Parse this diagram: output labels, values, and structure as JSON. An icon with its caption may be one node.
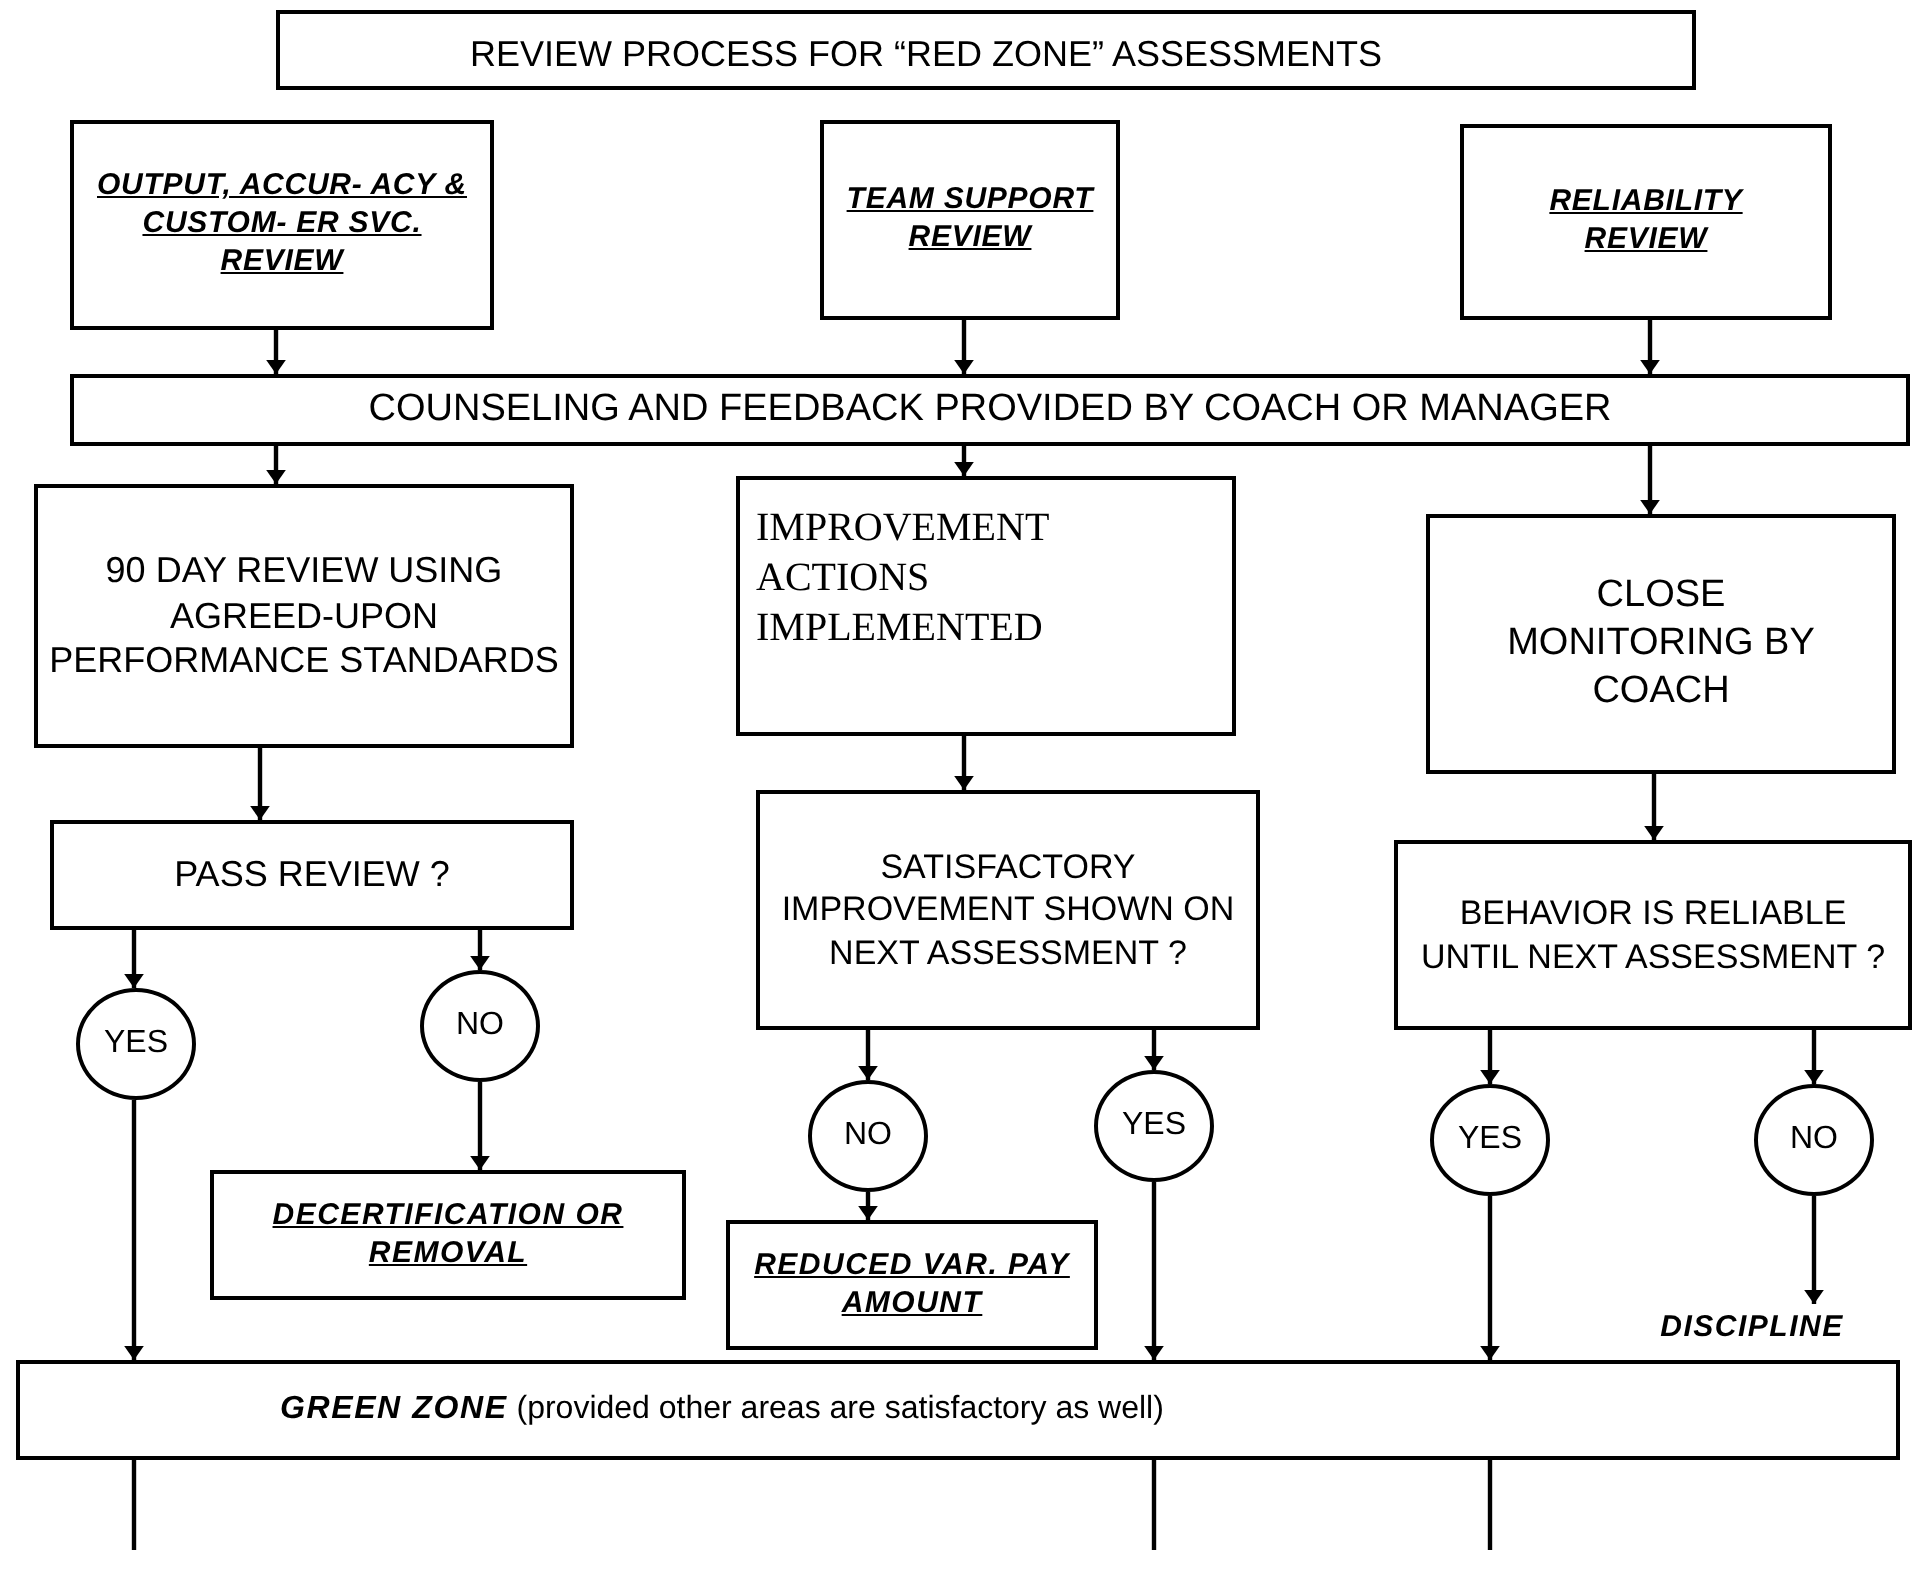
{
  "diagram": {
    "title": "REVIEW PROCESS FOR “RED ZONE” ASSESSMENTS",
    "nodes": [
      {
        "text": [
          "OUTPUT, ACCUR- ACY & CUSTOM- ER SVC. REVIEW"
        ]
      },
      {
        "text": [
          "TEAM SUPPORT REVIEW"
        ]
      },
      {
        "text": [
          "RELIABILITY REVIEW"
        ]
      },
      {
        "text": [
          "COUNSELING AND FEEDBACK PROVIDED BY COACH OR MANAGER"
        ]
      },
      {
        "text": [
          "90 DAY REVIEW USING AGREED-UPON PERFORMANCE STANDARDS"
        ]
      },
      {
        "text": [
          "IMPROVEMENT ACTIONS IMPLEMENTED"
        ]
      },
      {
        "text": [
          "CLOSE MONITORING BY COACH"
        ]
      },
      {
        "text": [
          "PASS REVIEW ?"
        ]
      },
      {
        "text": [
          "SATISFACTORY IMPROVEMENT SHOWN ON NEXT ASSESSMENT ?"
        ]
      },
      {
        "text": [
          "BEHAVIOR IS RELIABLE UNTIL NEXT ASSESSMENT ?"
        ]
      },
      {
        "text": [
          "YES"
        ]
      },
      {
        "text": [
          "NO"
        ]
      },
      {
        "text": [
          "NO"
        ]
      },
      {
        "text": [
          "YES"
        ]
      },
      {
        "text": [
          "YES"
        ]
      },
      {
        "text": [
          "NO"
        ]
      },
      {
        "text": [
          "DECERTIFICATION OR REMOVAL"
        ]
      },
      {
        "text": [
          "REDUCED VAR. PAY AMOUNT"
        ]
      },
      {
        "text": [
          "DISCIPLINE"
        ]
      },
      {
        "text": [
          "**GREEN ZONE** (provided other areas are satisfactory as well)"
        ]
      }
    ],
    "edges": [
      {
        "from": 0,
        "to": 3,
        "arrow": "to"
      },
      {
        "from": 1,
        "to": 3,
        "arrow": "to"
      },
      {
        "from": 2,
        "to": 3,
        "arrow": "to"
      },
      {
        "from": 3,
        "to": 4,
        "arrow": "to"
      },
      {
        "from": 3,
        "to": 5,
        "arrow": "to"
      },
      {
        "from": 3,
        "to": 6,
        "arrow": "to"
      },
      {
        "from": 4,
        "to": 7,
        "arrow": "to"
      },
      {
        "from": 5,
        "to": 8,
        "arrow": "to"
      },
      {
        "from": 6,
        "to": 9,
        "arrow": "to"
      },
      {
        "from": 7,
        "to": 10,
        "arrow": "to"
      },
      {
        "from": 7,
        "to": 11,
        "arrow": "to"
      },
      {
        "from": 10,
        "to": 19,
        "arrow": "to"
      },
      {
        "from": 11,
        "to": 16,
        "arrow": "to"
      },
      {
        "from": 8,
        "to": 12,
        "arrow": "to"
      },
      {
        "from": 8,
        "to": 13,
        "arrow": "to"
      },
      {
        "from": 12,
        "to": 17,
        "arrow": "to"
      },
      {
        "from": 13,
        "to": 19,
        "arrow": "to"
      },
      {
        "from": 9,
        "to": 14,
        "arrow": "to"
      },
      {
        "from": 9,
        "to": 15,
        "arrow": "to"
      },
      {
        "from": 14,
        "to": 19,
        "arrow": "to"
      },
      {
        "from": 15,
        "to": 18,
        "arrow": "to"
      },
      {
        "from": 19,
        "to": null,
        "arrow": "none"
      },
      {
        "from": 19,
        "to": null,
        "arrow": "none"
      },
      {
        "from": 19,
        "to": null,
        "arrow": "none"
      }
    ]
  }
}
